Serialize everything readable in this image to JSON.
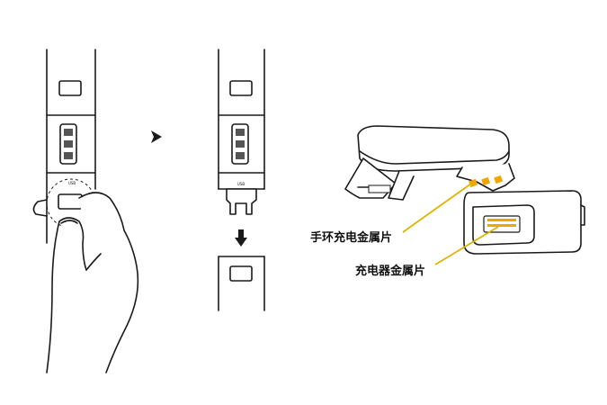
{
  "labels": {
    "band_contacts": "手环充电金属片",
    "charger_contacts": "充电器金属片",
    "usb_mark_1": "USB",
    "usb_mark_2": "USB"
  },
  "colors": {
    "line": "#1a1a1a",
    "callout": "#e0b400",
    "contact": "#f0a500",
    "button": "#555555"
  },
  "icons": {
    "step_arrow": "right-triangle-arrow",
    "down_arrow": "down-arrow"
  }
}
